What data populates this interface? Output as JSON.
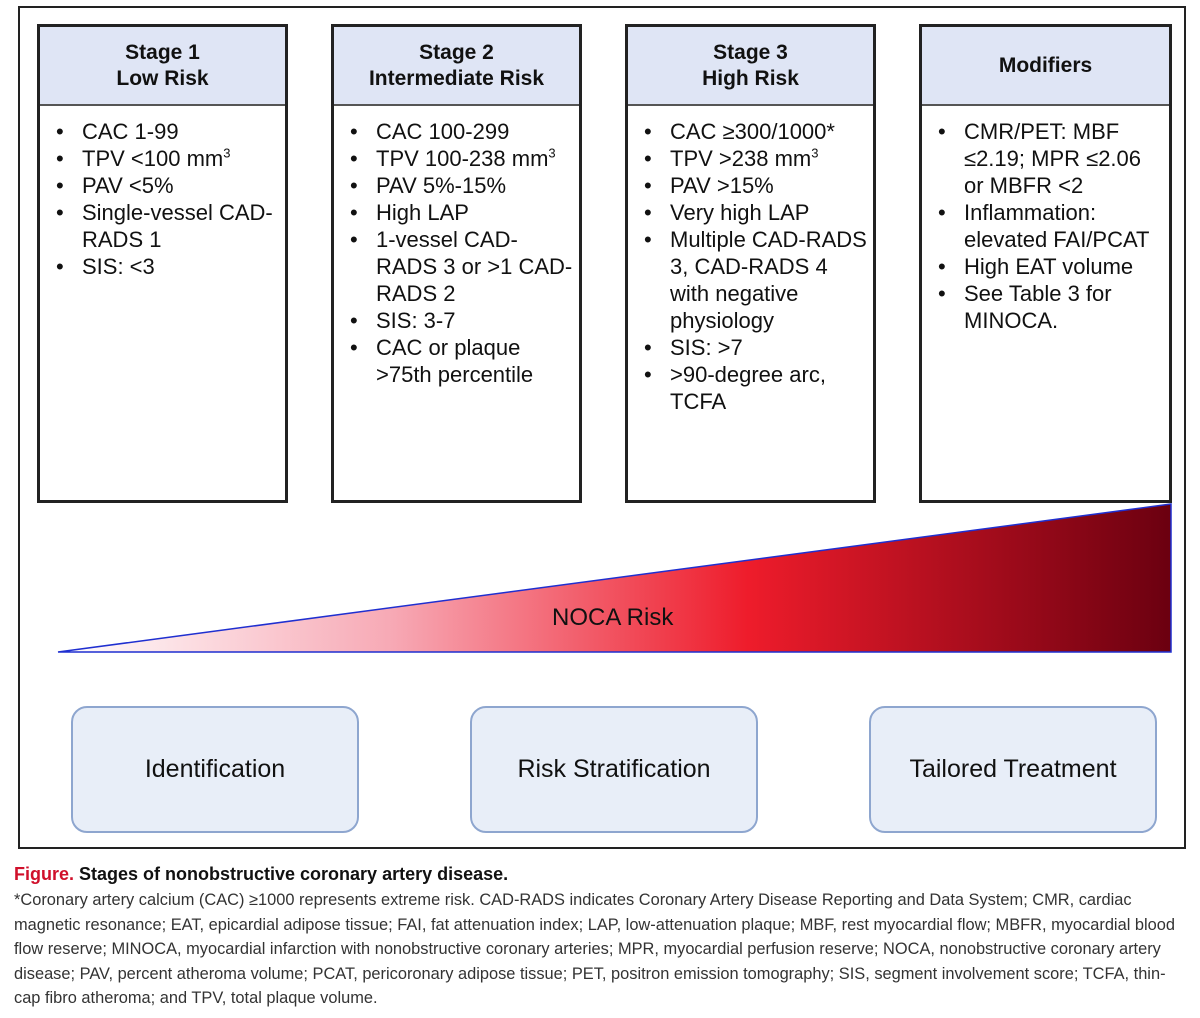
{
  "stages": [
    {
      "title_line1": "Stage 1",
      "title_line2": "Low Risk",
      "items": [
        "CAC 1-99",
        "TPV <100 mm",
        "PAV <5%",
        "Single-vessel CAD-RADS 1",
        "SIS: <3"
      ],
      "item_sup": {
        "1": "3"
      }
    },
    {
      "title_line1": "Stage 2",
      "title_line2": "Intermediate Risk",
      "items": [
        "CAC 100-299",
        "TPV 100-238 mm",
        "PAV 5%-15%",
        "High LAP",
        "1-vessel CAD-RADS 3 or >1 CAD-RADS 2",
        "SIS: 3-7",
        "CAC or plaque >75th percentile"
      ],
      "item_sup": {
        "1": "3"
      }
    },
    {
      "title_line1": "Stage 3",
      "title_line2": "High Risk",
      "items": [
        "CAC ≥300/1000*",
        "TPV >238 mm",
        "PAV >15%",
        "Very high LAP",
        "Multiple CAD-RADS 3, CAD-RADS 4 with negative physiology",
        "SIS: >7",
        ">90-degree arc, TCFA"
      ],
      "item_sup": {
        "1": "3"
      }
    },
    {
      "title_line1": "Modifiers",
      "title_line2": "",
      "items": [
        "CMR/PET: MBF ≤2.19; MPR ≤2.06 or MBFR <2",
        "Inflammation: elevated FAI/PCAT",
        "High EAT volume",
        "See Table 3 for MINOCA."
      ],
      "item_sup": {}
    }
  ],
  "noca_label": "NOCA Risk",
  "gradient_colors": [
    "#ffffff",
    "#f7a9b5",
    "#ee1c2b",
    "#6b0010"
  ],
  "outline_color": "#1f2fd0",
  "actions": [
    "Identification",
    "Risk Stratification",
    "Tailored Treatment"
  ],
  "caption": {
    "prefix": "Figure.",
    "title": " Stages of nonobstructive coronary artery disease.",
    "notes": "*Coronary artery calcium (CAC) ≥1000 represents extreme risk. CAD-RADS indicates Coronary Artery Disease Reporting and Data System; CMR, cardiac magnetic resonance; EAT, epicardial adipose tissue; FAI, fat attenuation index; LAP, low-attenuation plaque; MBF, rest myocardial flow; MBFR, myocardial blood flow reserve; MINOCA, myocardial infarction with nonobstructive coronary arteries; MPR, myocardial perfusion reserve; NOCA, nonobstructive coronary artery disease; PAV, percent atheroma volume; PCAT, pericoronary adipose tissue; PET, positron emission tomography; SIS, segment involvement score; TCFA, thin-cap fibro atheroma; and TPV, total plaque volume."
  }
}
